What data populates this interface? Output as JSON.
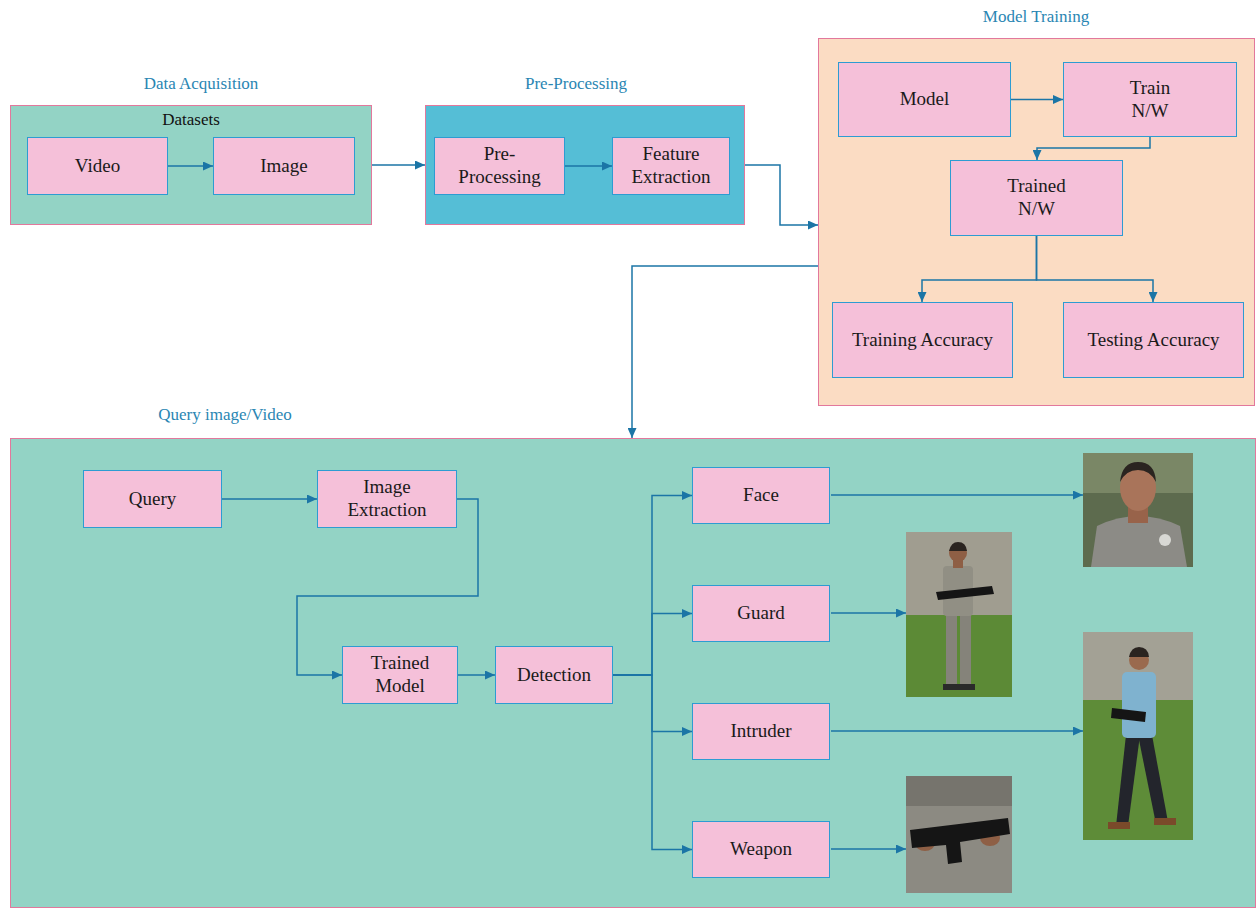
{
  "diagram": {
    "nodes": [
      {
        "text": [
          "Data Acquisition",
          "Datasets"
        ]
      },
      {
        "text": [
          "Video"
        ],
        "in": 0
      },
      {
        "text": [
          "Image"
        ],
        "in": 0
      },
      {
        "text": [
          "Pre-Processing"
        ]
      },
      {
        "text": [
          "Pre- Processing"
        ],
        "in": 3
      },
      {
        "text": [
          "Feature Extraction"
        ],
        "in": 3
      },
      {
        "text": [
          "Model Training"
        ]
      },
      {
        "text": [
          "Model"
        ],
        "in": 6
      },
      {
        "text": [
          "Train N/W"
        ],
        "in": 6
      },
      {
        "text": [
          "Trained N/W"
        ],
        "in": 6
      },
      {
        "text": [
          "Training Accuracy"
        ],
        "in": 6
      },
      {
        "text": [
          "Testing Accuracy"
        ],
        "in": 6
      },
      {
        "text": [
          "Query image/Video"
        ]
      },
      {
        "text": [
          "Query"
        ],
        "in": 12
      },
      {
        "text": [
          "Image Extraction"
        ],
        "in": 12
      },
      {
        "text": [
          "Trained Model"
        ],
        "in": 12
      },
      {
        "text": [
          "Detection"
        ],
        "in": 12
      },
      {
        "text": [
          "Face"
        ],
        "in": 12
      },
      {
        "text": [
          "Guard"
        ],
        "in": 12
      },
      {
        "text": [
          "Intruder"
        ],
        "in": 12
      },
      {
        "text": [
          "Weapon"
        ],
        "in": 12
      }
    ],
    "edges": [
      {
        "from": 1,
        "to": 2,
        "arrow": "to"
      },
      {
        "from": 0,
        "to": 3,
        "arrow": "to"
      },
      {
        "from": 4,
        "to": 5,
        "arrow": "to"
      },
      {
        "from": 3,
        "to": 6,
        "arrow": "to"
      },
      {
        "from": 6,
        "to": 12,
        "arrow": "to"
      },
      {
        "from": 7,
        "to": 8,
        "arrow": "to"
      },
      {
        "from": 8,
        "to": 9,
        "arrow": "to"
      },
      {
        "from": 9,
        "to": 10,
        "arrow": "to"
      },
      {
        "from": 9,
        "to": 11,
        "arrow": "to"
      },
      {
        "from": 13,
        "to": 14,
        "arrow": "to"
      },
      {
        "from": 14,
        "to": 15,
        "arrow": "to"
      },
      {
        "from": 15,
        "to": 16,
        "arrow": "to"
      },
      {
        "from": 16,
        "to": 17,
        "arrow": "to"
      },
      {
        "from": 16,
        "to": 18,
        "arrow": "to"
      },
      {
        "from": 16,
        "to": 19,
        "arrow": "to"
      },
      {
        "from": 16,
        "to": 20,
        "arrow": "to"
      }
    ]
  }
}
